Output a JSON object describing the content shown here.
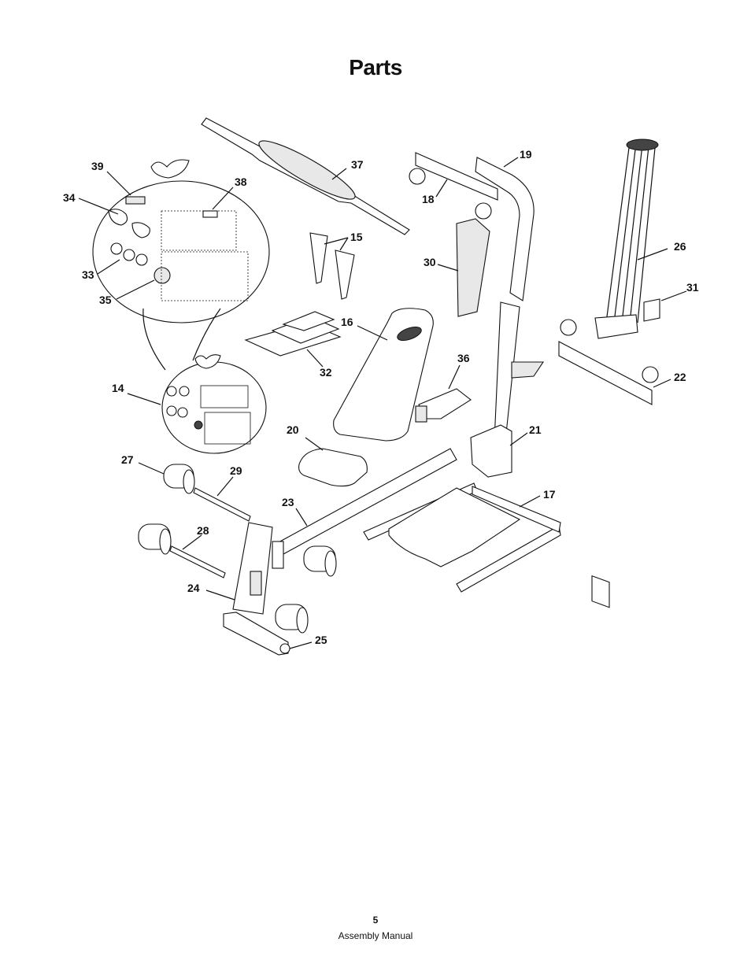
{
  "page": {
    "title": "Parts",
    "page_number": "5",
    "document_name": "Assembly Manual"
  },
  "callouts": {
    "p14": "14",
    "p15": "15",
    "p16": "16",
    "p17": "17",
    "p18": "18",
    "p19": "19",
    "p20": "20",
    "p21": "21",
    "p22": "22",
    "p23": "23",
    "p24": "24",
    "p25": "25",
    "p26": "26",
    "p27": "27",
    "p28": "28",
    "p29": "29",
    "p30": "30",
    "p31": "31",
    "p32": "32",
    "p33": "33",
    "p34": "34",
    "p35": "35",
    "p36": "36",
    "p37": "37",
    "p38": "38",
    "p39": "39"
  }
}
